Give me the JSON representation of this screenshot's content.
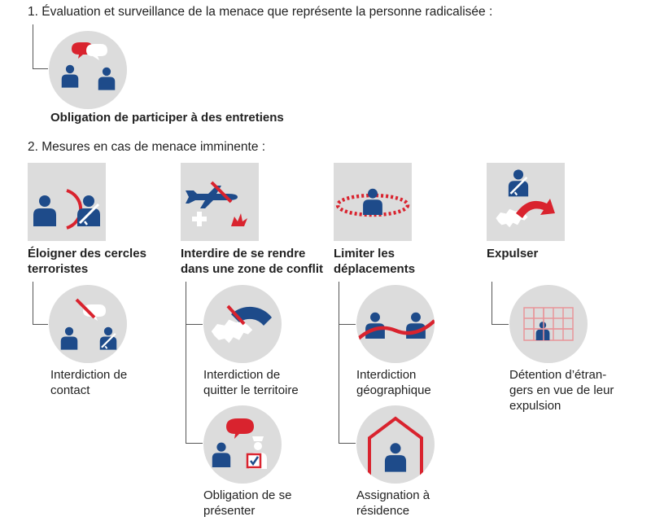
{
  "section1": {
    "heading": "1. Évaluation et surveillance de la menace que représente la personne radicalisée :",
    "measure_icon": "two-people-speech-bubbles-icon",
    "measure_label": "Obligation de participer à des entretiens"
  },
  "section2": {
    "heading": "2. Mesures en cas de menace imminente :",
    "columns": [
      {
        "label_line1": "Éloigner des cercles",
        "label_line2": "terroristes",
        "icon": "person-separated-from-terrorist-icon",
        "measures": [
          {
            "line1": "Interdiction de",
            "line2": "contact",
            "icon": "no-contact-icon"
          }
        ]
      },
      {
        "label_line1": "Interdire de se rendre",
        "label_line2": "dans une zone de conflit",
        "icon": "no-flight-to-conflict-zone-icon",
        "measures": [
          {
            "line1": "Interdiction de",
            "line2": "quitter le territoire",
            "icon": "no-exit-switzerland-icon"
          },
          {
            "line1": "Obligation de se",
            "line2": "présenter",
            "icon": "report-to-police-icon"
          }
        ]
      },
      {
        "label_line1": "Limiter les",
        "label_line2": "déplacements",
        "icon": "restricted-movement-icon",
        "measures": [
          {
            "line1": "Interdiction",
            "line2": "géographique",
            "icon": "geographic-ban-icon"
          },
          {
            "line1": "Assignation à",
            "line2": "résidence",
            "icon": "house-arrest-icon"
          }
        ]
      },
      {
        "label_line1": "Expulser",
        "icon": "expulsion-icon",
        "measures": [
          {
            "line1": "Détention d’étran-",
            "line2": "gers en vue de leur",
            "line3": "expulsion",
            "icon": "detention-icon"
          }
        ]
      }
    ]
  },
  "colors": {
    "blue": "#1e4b8a",
    "red": "#d9232e",
    "tile": "#dcdcdc"
  }
}
